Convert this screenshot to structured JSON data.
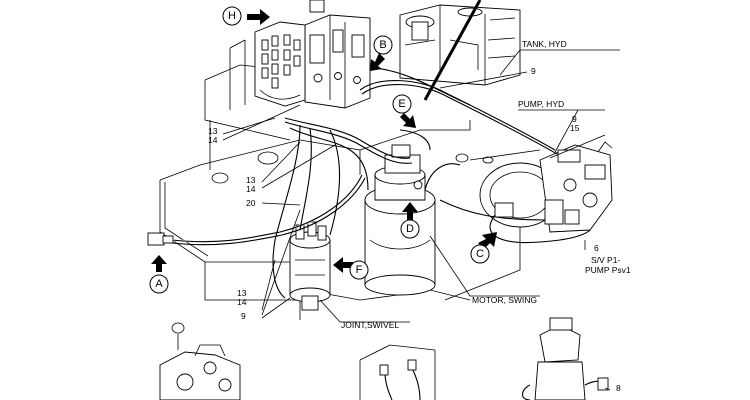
{
  "labels": {
    "tank_hyd": "TANK, HYD",
    "pump_hyd": "PUMP, HYD",
    "motor_swing": "MOTOR, SWING",
    "joint_swivel": "JOINT,SWIVEL",
    "sv_p1": "S/V P1-",
    "pump_psv1": "PUMP Psv1"
  },
  "callouts": [
    "H",
    "B",
    "E",
    "D",
    "C",
    "F",
    "A"
  ],
  "numbers": {
    "n9_top": "9",
    "n9_pump": "9",
    "n15_pump": "15",
    "n6": "6",
    "n13_left": "13",
    "n14_left": "14",
    "n13_mid": "13",
    "n14_mid": "14",
    "n20": "20",
    "n13_low": "13",
    "n14_low": "14",
    "n9_low": "9",
    "n8": "8"
  },
  "colors": {
    "ink": "#000000",
    "paper": "#ffffff"
  }
}
